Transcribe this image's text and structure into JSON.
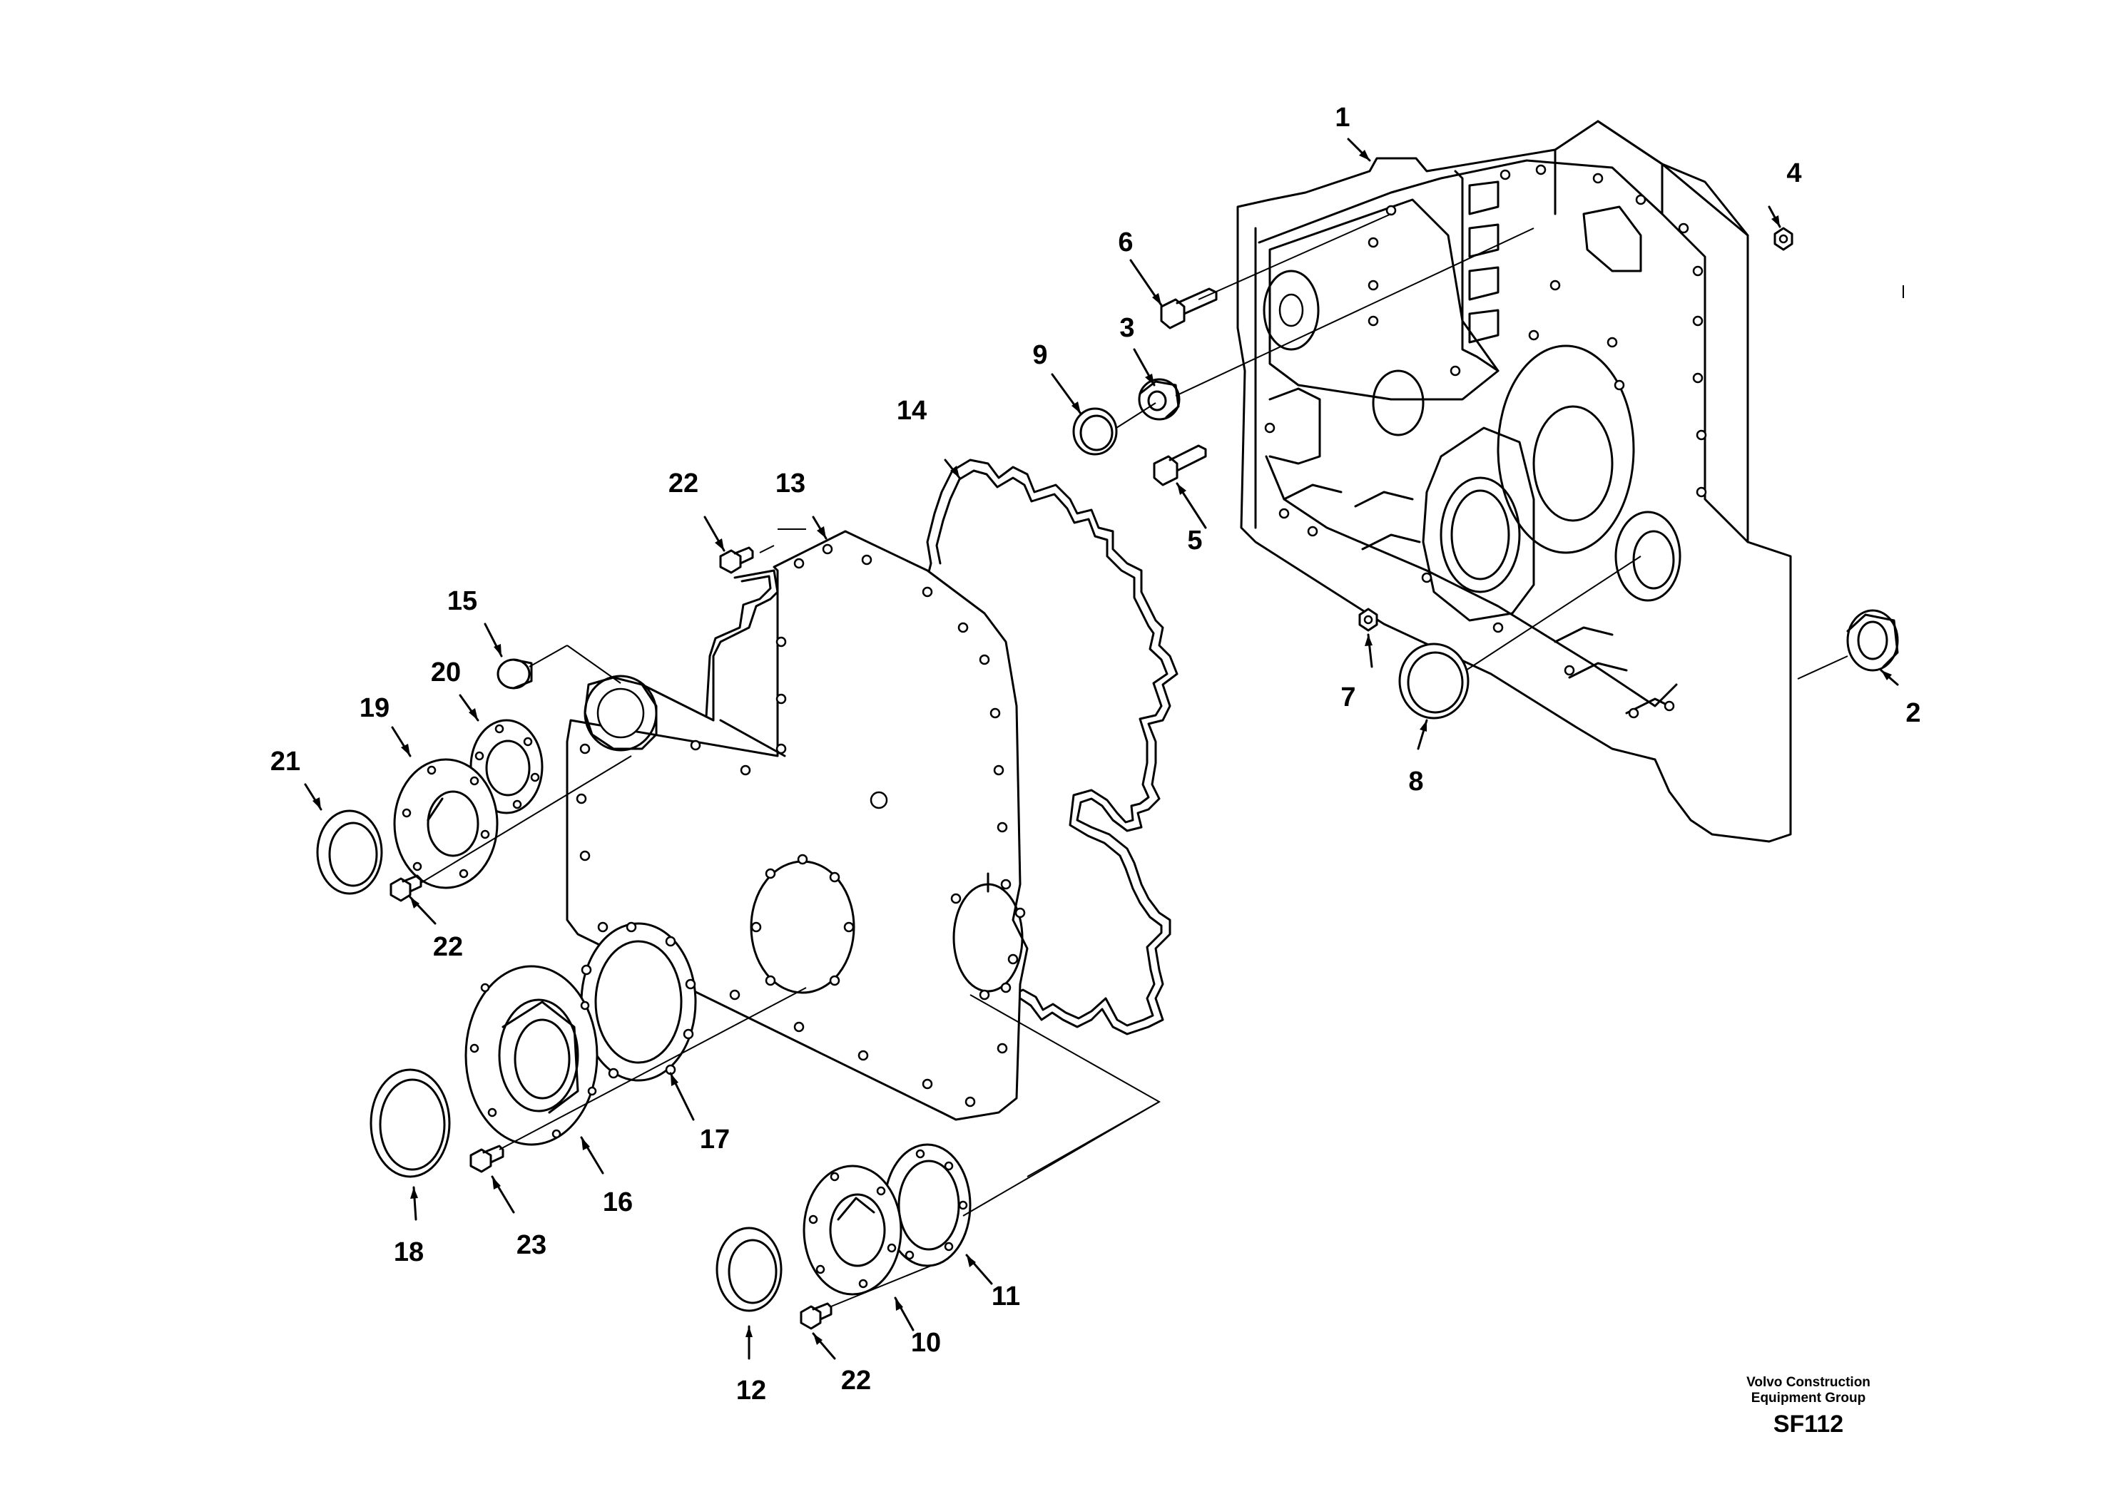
{
  "diagram": {
    "callouts": [
      "1",
      "2",
      "3",
      "4",
      "5",
      "6",
      "7",
      "8",
      "9",
      "10",
      "11",
      "12",
      "13",
      "14",
      "15",
      "16",
      "17",
      "18",
      "19",
      "20",
      "21",
      "22",
      "22",
      "22",
      "22",
      "23"
    ]
  },
  "footer": {
    "company_line1": "Volvo Construction",
    "company_line2": "Equipment Group",
    "code": "SF112"
  }
}
